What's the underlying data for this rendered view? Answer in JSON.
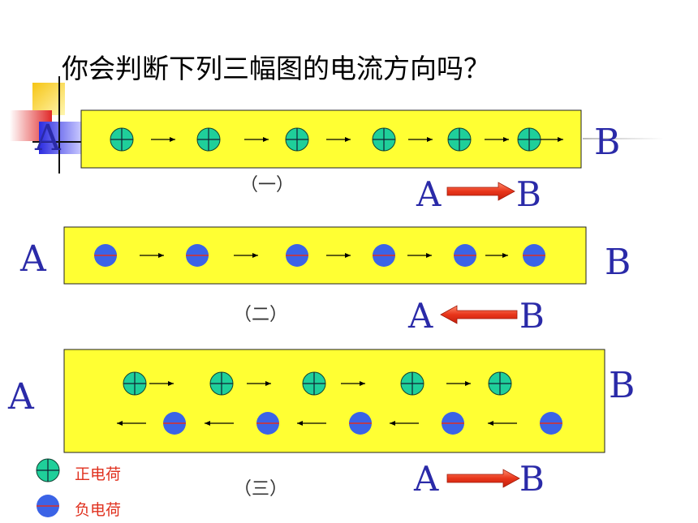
{
  "title": "你会判断下列三幅图的电流方向吗？",
  "endpoints": {
    "a": "A",
    "b": "B"
  },
  "panels": [
    {
      "label": "（一）",
      "direction": "A→B"
    },
    {
      "label": "（二）",
      "direction": "B→A"
    },
    {
      "label": "（三）",
      "direction": "A→B"
    }
  ],
  "legend": {
    "positive": "正电荷",
    "negative": "负电荷"
  },
  "colors": {
    "panel_fill": "#ffff33",
    "positive_charge": "#1fcf9a",
    "negative_charge": "#3b63e6",
    "arrow_red": "#e8351a",
    "letter_blue": "#2a2aa8"
  }
}
